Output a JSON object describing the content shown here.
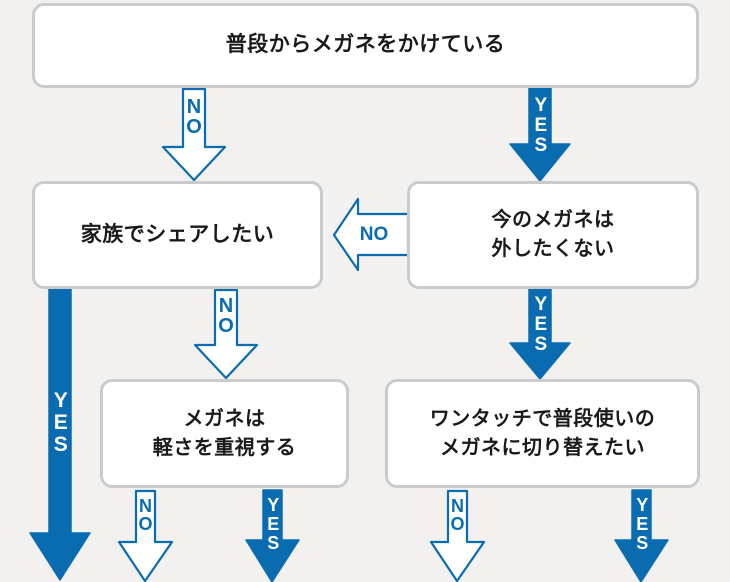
{
  "theme": {
    "background": "#f2f1ef",
    "accent_blue": "#0a6cb0",
    "box_border": "#cbcbcb",
    "box_fill": "#ffffff",
    "text_color": "#1a1a1a"
  },
  "nodes": {
    "top": {
      "text": "普段からメガネをかけている"
    },
    "share": {
      "text": "家族でシェアしたい"
    },
    "keep": {
      "line1": "今のメガネは",
      "line2": "外したくない"
    },
    "light": {
      "line1": "メガネは",
      "line2": "軽さを重視する"
    },
    "onetouch": {
      "line1": "ワンタッチで普段使いの",
      "line2": "メガネに切り替えたい"
    }
  },
  "arrows": {
    "top_no": {
      "label": "NO",
      "style": "outline",
      "direction": "down"
    },
    "top_yes": {
      "label": "YES",
      "style": "filled",
      "direction": "down"
    },
    "keep_no_left": {
      "label": "NO",
      "style": "outline",
      "direction": "left"
    },
    "keep_yes": {
      "label": "YES",
      "style": "filled",
      "direction": "down"
    },
    "share_yes": {
      "label": "YES",
      "style": "filled",
      "direction": "down"
    },
    "share_no": {
      "label": "NO",
      "style": "outline",
      "direction": "down"
    },
    "light_no": {
      "label": "NO",
      "style": "outline",
      "direction": "down"
    },
    "light_yes": {
      "label": "YES",
      "style": "filled",
      "direction": "down"
    },
    "onetouch_no": {
      "label": "NO",
      "style": "outline",
      "direction": "down"
    },
    "onetouch_yes": {
      "label": "YES",
      "style": "filled",
      "direction": "down"
    }
  }
}
